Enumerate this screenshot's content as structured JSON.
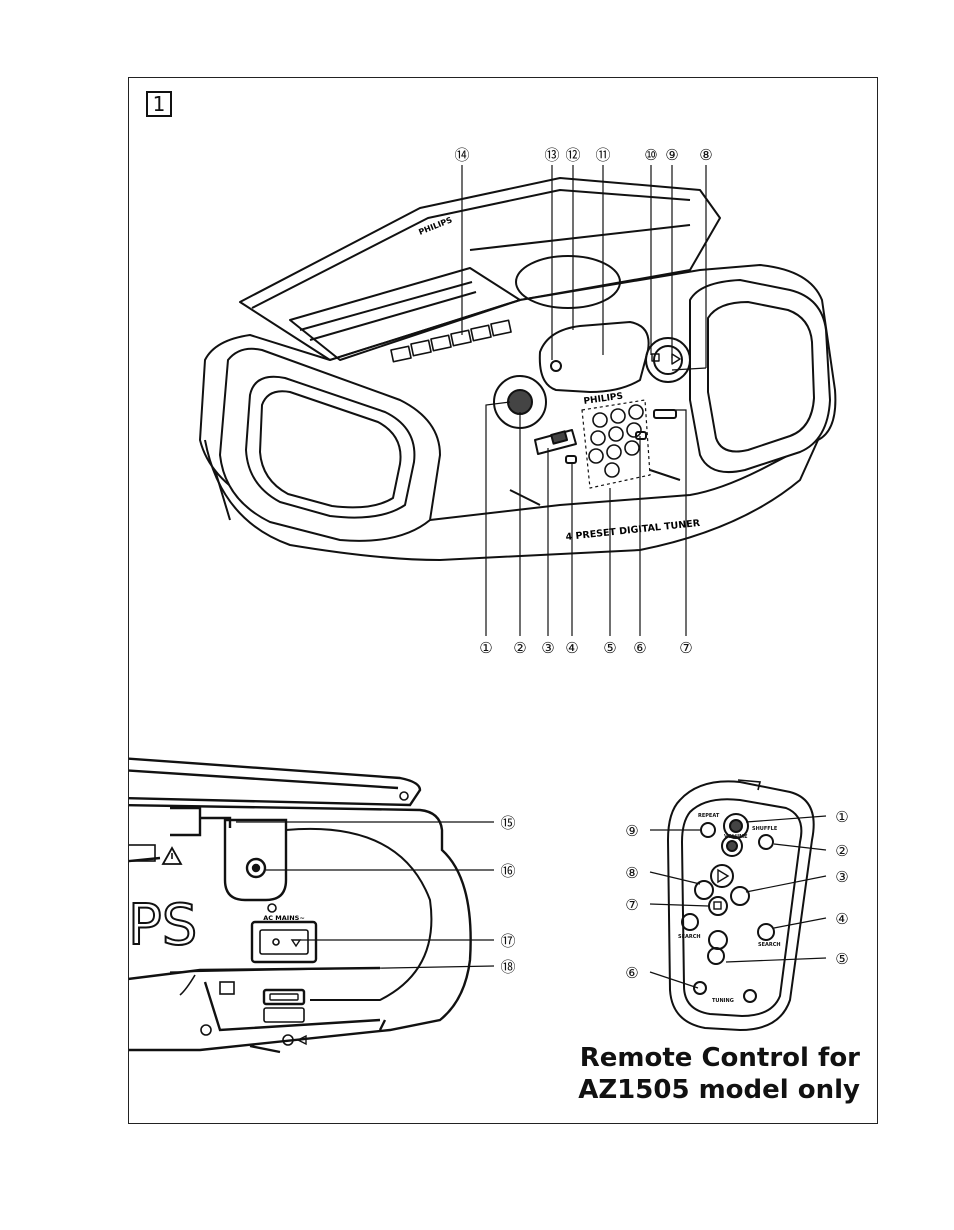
{
  "figure_number": "1",
  "callouts": {
    "main_top": [
      "⑭",
      "⑬",
      "⑫",
      "⑪",
      "⑩",
      "⑨",
      "⑧"
    ],
    "main_bottom": [
      "①",
      "②",
      "③",
      "④",
      "⑤",
      "⑥",
      "⑦"
    ],
    "back": [
      "⑮",
      "⑯",
      "⑰",
      "⑱"
    ],
    "remote_left": [
      "⑨",
      "⑧",
      "⑦",
      "⑥"
    ],
    "remote_right": [
      "①",
      "②",
      "③",
      "④",
      "⑤"
    ]
  },
  "device_labels": {
    "brand_top": "PHILIPS",
    "brand_panel": "PHILIPS",
    "tuner_text": "4 PRESET DIGITAL TUNER",
    "back_brand": "PS",
    "ac_mains": "AC MAINS~",
    "remote_repeat": "REPEAT",
    "remote_shuffle": "SHUFFLE",
    "remote_volume": "VOLUME",
    "remote_search_l": "SEARCH",
    "remote_search_r": "SEARCH",
    "remote_tuning": "TUNING"
  },
  "caption": {
    "line1": "Remote Control for",
    "line2": "AZ1505 model only"
  }
}
